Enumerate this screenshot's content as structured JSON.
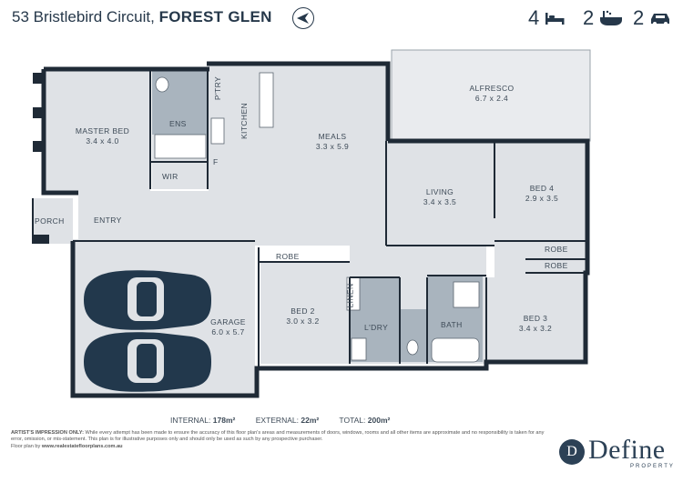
{
  "header": {
    "address": "53 Bristlebird Circuit,",
    "suburb": "FOREST GLEN",
    "bedrooms": "4",
    "bathrooms": "2",
    "car_spaces": "2",
    "icons": [
      "compass-icon",
      "bed-icon",
      "bath-icon",
      "car-icon"
    ]
  },
  "rooms": {
    "master_bed": {
      "name": "MASTER BED",
      "size": "3.4 x 4.0"
    },
    "ens": "ENS",
    "wir": "WIR",
    "ptry": "P'TRY",
    "kitchen": "KITCHEN",
    "fridge": "F",
    "meals": {
      "name": "MEALS",
      "size": "3.3 x 5.9"
    },
    "alfresco": {
      "name": "ALFRESCO",
      "size": "6.7 x 2.4"
    },
    "living": {
      "name": "LIVING",
      "size": "3.4 x 3.5"
    },
    "bed4": {
      "name": "BED 4",
      "size": "2.9 x 3.5"
    },
    "robe1": "ROBE",
    "robe2": "ROBE",
    "robe3": "ROBE",
    "porch": "PORCH",
    "entry": "ENTRY",
    "garage": {
      "name": "GARAGE",
      "size": "6.0 x 5.7"
    },
    "bed2": {
      "name": "BED 2",
      "size": "3.0 x 3.2"
    },
    "linen": "LINEN",
    "ldry": "L'DRY",
    "bath": "BATH",
    "bed3": {
      "name": "BED 3",
      "size": "3.4 x 3.2"
    }
  },
  "areas": {
    "internal_label": "INTERNAL:",
    "internal_value": "178m²",
    "external_label": "EXTERNAL:",
    "external_value": "22m²",
    "total_label": "TOTAL:",
    "total_value": "200m²"
  },
  "footer": {
    "disclaimer_title": "ARTIST'S IMPRESSION ONLY:",
    "disclaimer_text": "While every attempt has been made to ensure the accuracy of this floor plan's areas and measurements of doors, windows, rooms and all other items are approximate and no responsibility is taken for any error, omission, or mis-statement. This plan is for illustrative purposes only and should only be used as such by any prospective purchaser.",
    "credit_label": "Floor plan by",
    "credit_url": "www.realestatefloorplans.com.au",
    "logo_letter": "D",
    "logo_name": "Define",
    "logo_sub": "PROPERTY"
  },
  "colors": {
    "room_fill": "#dfe2e6",
    "wall": "#1f2a36",
    "wet_fill": "#a8b3bd",
    "car": "#22384c",
    "text": "#26384a"
  }
}
